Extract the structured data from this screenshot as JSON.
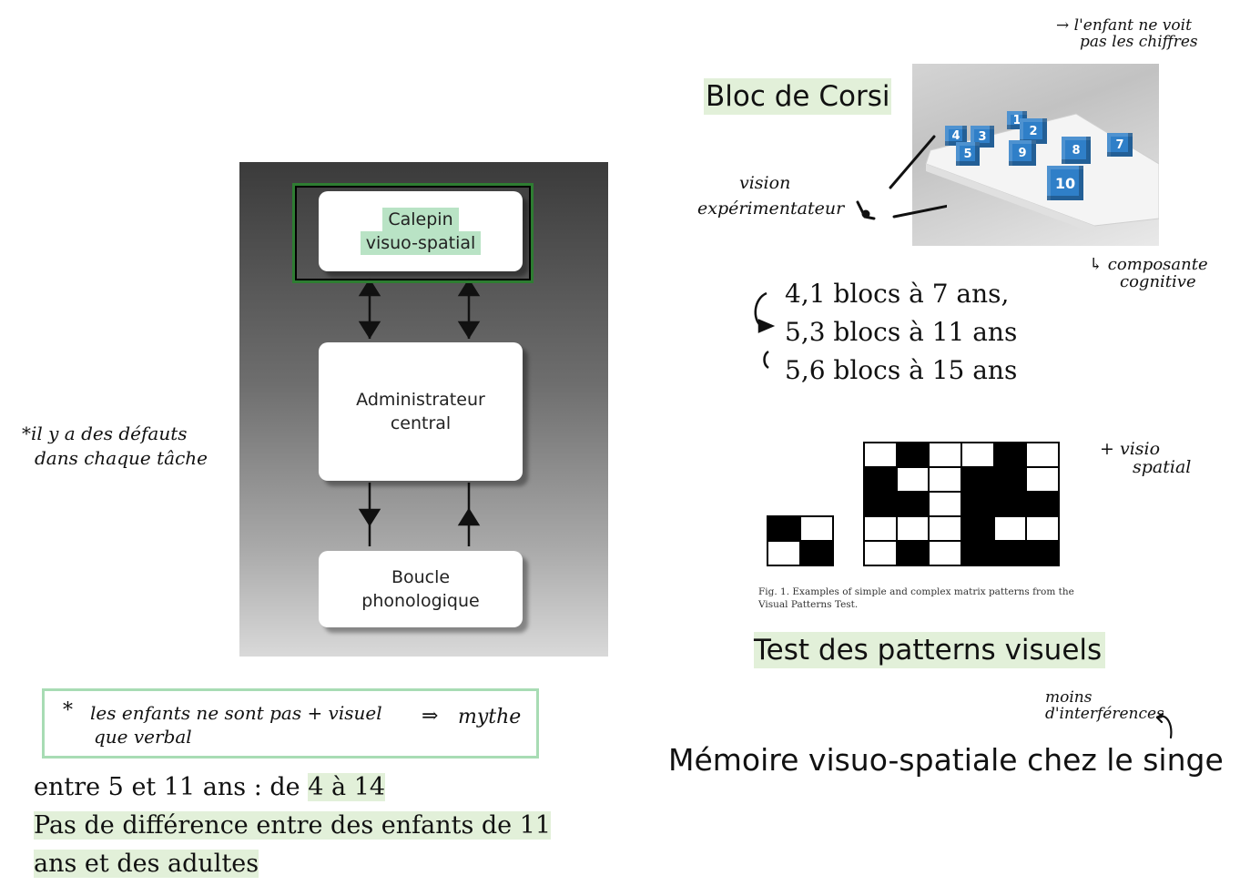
{
  "diagram": {
    "box1": [
      "Calepin",
      "visuo-spatial"
    ],
    "box2": [
      "Administrateur",
      "central"
    ],
    "box3": [
      "Boucle",
      "phonologique"
    ]
  },
  "note_defauts": [
    "*il y a des défauts",
    "dans chaque tâche"
  ],
  "note_enfants": {
    "star": "*",
    "line1": "les enfants ne sont pas + visuel",
    "line2": "que verbal",
    "arrow": "⇒",
    "result": "mythe"
  },
  "bottom_text": {
    "line1_prefix": "entre 5 et 11 ans : de ",
    "line1_highlight": "4 à 14",
    "line2": "Pas de différence entre des enfants de 11",
    "line3": "ans et des adultes"
  },
  "corsi": {
    "title": "Bloc de Corsi",
    "note_top": [
      "→ l'enfant ne voit",
      "pas les chiffres"
    ],
    "vision": [
      "vision",
      "expérimentateur"
    ],
    "composante": [
      "↳ composante",
      "cognitive"
    ],
    "cube_numbers": [
      "4",
      "3",
      "1",
      "2",
      "5",
      "9",
      "8",
      "7",
      "10"
    ],
    "stats": [
      "4,1 blocs à 7 ans,",
      "5,3 blocs à 11 ans",
      "5,6 blocs à 15 ans"
    ]
  },
  "patterns": {
    "note": [
      "+ visio",
      "spatial"
    ],
    "caption": [
      "Fig. 1. Examples of simple and complex matrix patterns from the",
      "Visual Patterns Test."
    ],
    "title": "Test des patterns visuels",
    "simple": [
      [
        1,
        0
      ],
      [
        0,
        1
      ]
    ],
    "complex": [
      [
        0,
        1,
        0,
        0,
        1,
        0
      ],
      [
        1,
        0,
        0,
        1,
        1,
        0
      ],
      [
        1,
        1,
        0,
        1,
        1,
        1
      ],
      [
        0,
        0,
        0,
        1,
        0,
        0
      ],
      [
        0,
        1,
        0,
        1,
        1,
        1
      ]
    ]
  },
  "singe": {
    "note": [
      "moins",
      "d'interférences"
    ],
    "title": "Mémoire visuo-spatiale chez le singe"
  },
  "colors": {
    "highlight": "#e2f0d9",
    "frame_green": "#2e7d32",
    "cube_blue": "#2f7fc8"
  }
}
